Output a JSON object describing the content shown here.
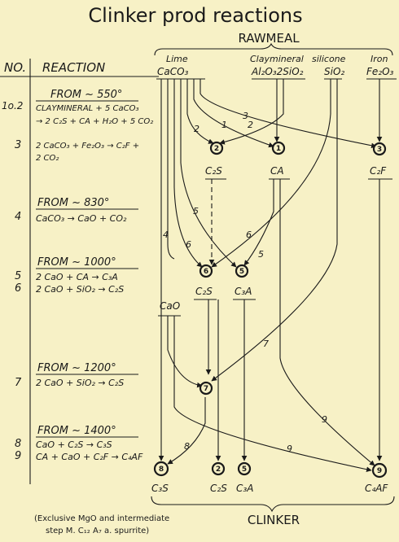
{
  "title": "Clinker prod reactions",
  "rawmeal_label": "RAWMEAL",
  "clinker_label": "CLINKER",
  "header": {
    "no": "NO.",
    "reaction": "REACTION"
  },
  "raw_materials": [
    {
      "name": "Lime",
      "formula": "CaCO₃"
    },
    {
      "name": "Claymineral",
      "formula": "Al₂O₃2SiO₂"
    },
    {
      "name": "silicone",
      "formula": "SiO₂"
    },
    {
      "name": "Iron",
      "formula": "Fe₂O₃"
    }
  ],
  "reactions": [
    {
      "no": "1o.2",
      "stage": "FROM ~ 550°",
      "lines": [
        "CLAYMINERAL + 5 CaCO₃",
        "→ 2 C₂S + CA + H₂O + 5 CO₂"
      ]
    },
    {
      "no": "3",
      "stage": "",
      "lines": [
        "2 CaCO₃ + Fe₂O₃ → C₂F +",
        "2 CO₂"
      ]
    },
    {
      "no": "4",
      "stage": "FROM ~ 830°",
      "lines": [
        "CaCO₃ → CaO + CO₂"
      ]
    },
    {
      "no": "5",
      "stage": "FROM ~ 1000°",
      "lines": [
        "2 CaO + CA → C₃A"
      ]
    },
    {
      "no": "6",
      "stage": "",
      "lines": [
        "2 CaO + SiO₂ → C₂S"
      ]
    },
    {
      "no": "7",
      "stage": "FROM ~ 1200°",
      "lines": [
        "2 CaO + SiO₂ → C₂S"
      ]
    },
    {
      "no": "8",
      "stage": "FROM ~ 1400°",
      "lines": [
        "CaO + C₂S → C₃S"
      ]
    },
    {
      "no": "9",
      "stage": "",
      "lines": [
        "CA + CaO + C₂F → C₄AF"
      ]
    }
  ],
  "intermediates": [
    "C₂S",
    "CA",
    "C₂F",
    "C₂S",
    "C₃A",
    "CaO"
  ],
  "clinker_products": [
    "C₃S",
    "C₂S",
    "C₃A",
    "C₄AF"
  ],
  "node_labels": [
    "2",
    "1",
    "3",
    "6",
    "5",
    "7",
    "8",
    "2",
    "5",
    "9"
  ],
  "path_labels": [
    "2",
    "1",
    "2",
    "3",
    "5",
    "6",
    "6",
    "5",
    "4",
    "7",
    "9",
    "8",
    "9"
  ],
  "footnote": [
    "(Exclusive MgO and intermediate",
    "step M. C₁₂ A₇ a. spurrite)"
  ]
}
